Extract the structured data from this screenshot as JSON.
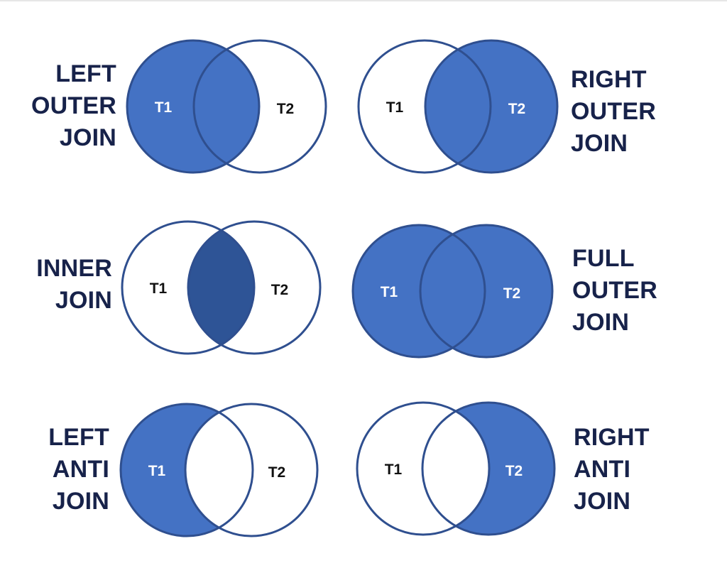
{
  "colors": {
    "fill": "#4472c4",
    "intersection_fill": "#2e5496",
    "stroke": "#2f4f8f",
    "label": "#17224a",
    "on_fill_text": "#ffffff",
    "on_white_text": "#111111"
  },
  "diagrams": [
    {
      "id": "left-outer-join",
      "label_lines": [
        "LEFT",
        "OUTER",
        "JOIN"
      ],
      "left_set": "T1",
      "right_set": "T2",
      "shaded": "left-full"
    },
    {
      "id": "right-outer-join",
      "label_lines": [
        "RIGHT",
        "OUTER",
        "JOIN"
      ],
      "left_set": "T1",
      "right_set": "T2",
      "shaded": "right-full"
    },
    {
      "id": "inner-join",
      "label_lines": [
        "INNER",
        "JOIN"
      ],
      "left_set": "T1",
      "right_set": "T2",
      "shaded": "intersection"
    },
    {
      "id": "full-outer-join",
      "label_lines": [
        "FULL",
        "OUTER",
        "JOIN"
      ],
      "left_set": "T1",
      "right_set": "T2",
      "shaded": "both"
    },
    {
      "id": "left-anti-join",
      "label_lines": [
        "LEFT",
        "ANTI",
        "JOIN"
      ],
      "left_set": "T1",
      "right_set": "T2",
      "shaded": "left-only"
    },
    {
      "id": "right-anti-join",
      "label_lines": [
        "RIGHT",
        "ANTI",
        "JOIN"
      ],
      "left_set": "T1",
      "right_set": "T2",
      "shaded": "right-only"
    }
  ]
}
